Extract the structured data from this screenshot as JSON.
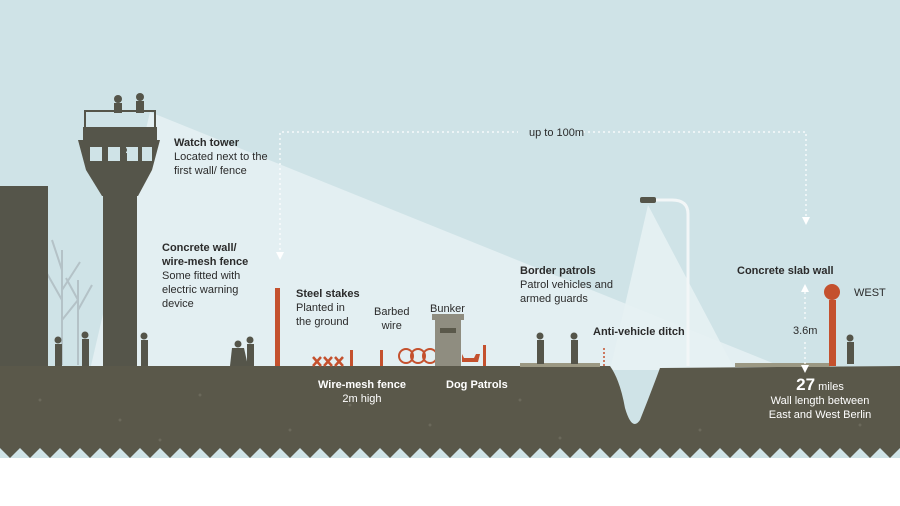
{
  "labels": {
    "watch_tower": {
      "title": "Watch tower",
      "line1": "Located next to the",
      "line2": "first wall/ fence"
    },
    "concrete_wall": {
      "title1": "Concrete wall/",
      "title2": "wire-mesh fence",
      "line1": "Some fitted with",
      "line2": "electric warning",
      "line3": "device"
    },
    "steel_stakes": {
      "title": "Steel stakes",
      "line1": "Planted in",
      "line2": "the ground"
    },
    "barbed_wire": {
      "line1": "Barbed",
      "line2": "wire"
    },
    "bunker": "Bunker",
    "wire_mesh_fence": {
      "title": "Wire-mesh fence",
      "line1": "2m high"
    },
    "dog_patrols": "Dog Patrols",
    "border_patrols": {
      "title": "Border patrols",
      "line1": "Patrol vehicles and",
      "line2": "armed guards"
    },
    "anti_vehicle_ditch": "Anti-vehicle ditch",
    "width": "up to 100m",
    "concrete_slab_wall": "Concrete slab wall",
    "west": "WEST",
    "height": "3.6m",
    "wall_length": {
      "number": "27",
      "unit": "miles",
      "line1": "Wall length between",
      "line2": "East and West Berlin"
    }
  },
  "colors": {
    "sky": "#cfe3e7",
    "ground": "#5a584a",
    "structure": "#55554a",
    "accent_red": "#c4512e"
  }
}
